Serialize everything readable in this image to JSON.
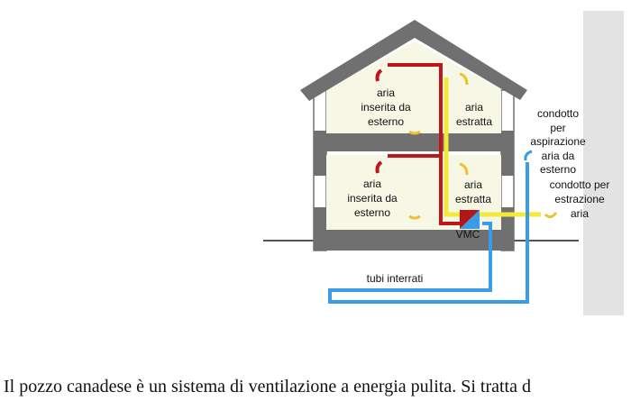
{
  "diagram": {
    "upper_left": [
      "aria",
      "inserita da",
      "esterno"
    ],
    "upper_right": [
      "aria",
      "estratta"
    ],
    "lower_left": [
      "aria",
      "inserita da",
      "esterno"
    ],
    "lower_right": [
      "aria",
      "estratta"
    ],
    "intake_duct": [
      "condotto",
      "per",
      "aspirazione",
      "aria da",
      "esterno"
    ],
    "exhaust_duct": [
      "condotto per",
      "estrazione",
      "aria"
    ],
    "unit": "VMC",
    "buried_pipes": "tubi interrati"
  },
  "colors": {
    "supply": "#c0161b",
    "extract": "#f3e93a",
    "outdoor": "#3a9be6",
    "wall": "#707070",
    "interior": "#f7f7e6"
  },
  "paragraph": "Il pozzo canadese è un sistema di ventilazione a energia pulita. Si tratta d"
}
